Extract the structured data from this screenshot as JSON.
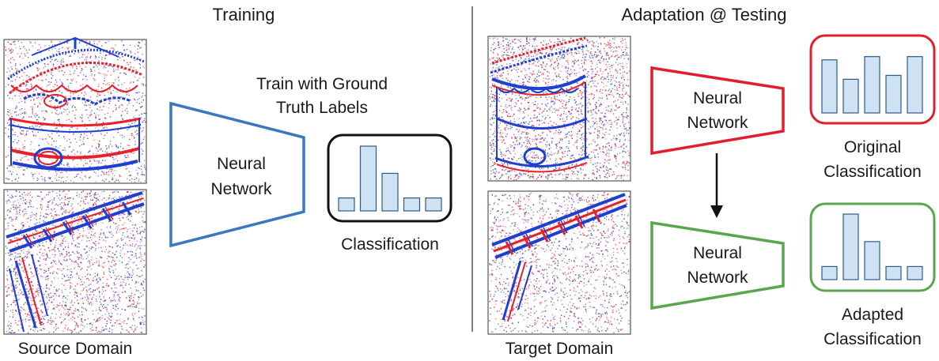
{
  "training": {
    "title": "Training",
    "source_domain_label": "Source Domain",
    "network_label": [
      "Neural",
      "Network"
    ],
    "supervision_label": [
      "Train with Ground",
      "Truth Labels"
    ],
    "classification_label": "Classification",
    "classification_bars": [
      0.2,
      1.0,
      0.58,
      0.2,
      0.2
    ]
  },
  "testing": {
    "title": "Adaptation @ Testing",
    "target_domain_label": "Target Domain",
    "original": {
      "network_label": [
        "Neural",
        "Network"
      ],
      "classification_label": [
        "Original",
        "Classification"
      ],
      "classification_bars": [
        0.82,
        0.52,
        0.87,
        0.58,
        0.87
      ]
    },
    "adapted": {
      "network_label": [
        "Neural",
        "Network"
      ],
      "classification_label": [
        "Adapted",
        "Classification"
      ],
      "classification_bars": [
        0.2,
        1.0,
        0.58,
        0.2,
        0.2
      ]
    }
  },
  "colors": {
    "training_network": "#3a78bd",
    "original_network": "#e01e2d",
    "adapted_network": "#5aa64f",
    "bar_fill": "#cfe2f3",
    "bar_stroke": "#2b5a86",
    "event_positive": "#e8202a",
    "event_negative": "#1f3fd0"
  }
}
